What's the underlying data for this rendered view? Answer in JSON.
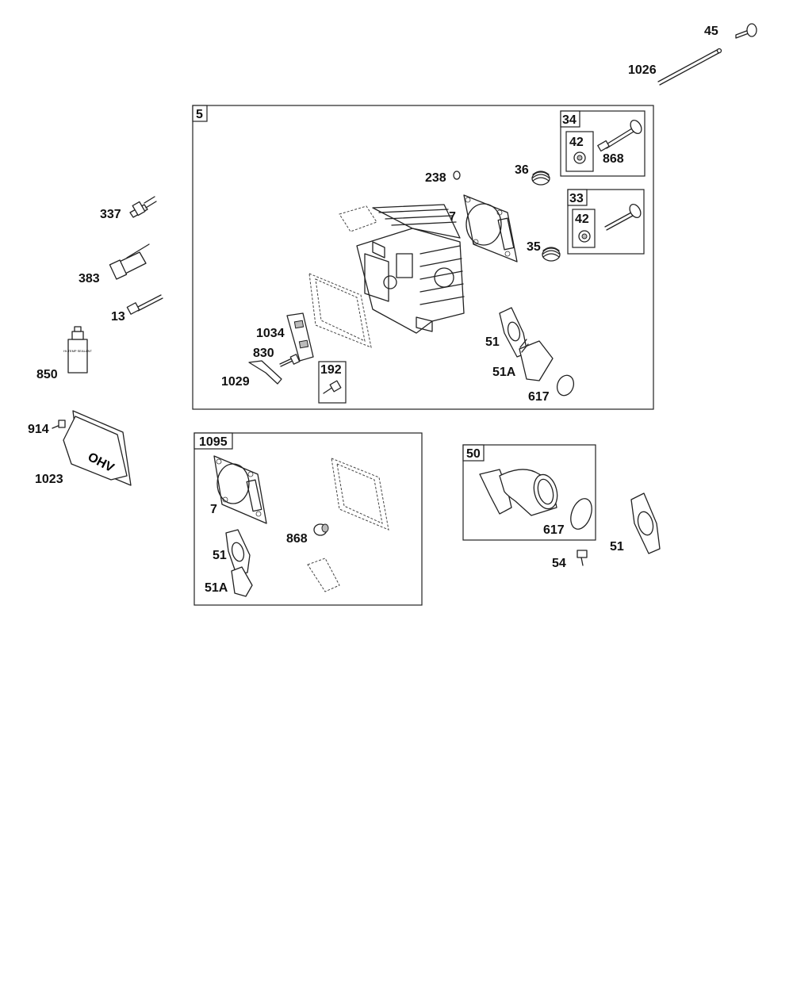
{
  "callouts": {
    "c45": "45",
    "c1026": "1026",
    "c238": "238",
    "c36": "36",
    "c868a": "868",
    "c7a": "7",
    "c35": "35",
    "c337": "337",
    "c383": "383",
    "c13": "13",
    "c1034": "1034",
    "c830": "830",
    "c1029": "1029",
    "c51a": "51",
    "c51Aa": "51A",
    "c617a": "617",
    "c850": "850",
    "c914": "914",
    "c1023": "1023",
    "c7b": "7",
    "c868b": "868",
    "c51b": "51",
    "c51Ab": "51A",
    "c617b": "617",
    "c54": "54",
    "c51c": "51"
  },
  "boxes": {
    "b5": "5",
    "b34": "34",
    "b42a": "42",
    "b33": "33",
    "b42b": "42",
    "b192": "192",
    "b1095": "1095",
    "b50": "50"
  },
  "logo": {
    "ohv_text": "OHV"
  },
  "tube_text": "HI-TEMP SEALANT"
}
